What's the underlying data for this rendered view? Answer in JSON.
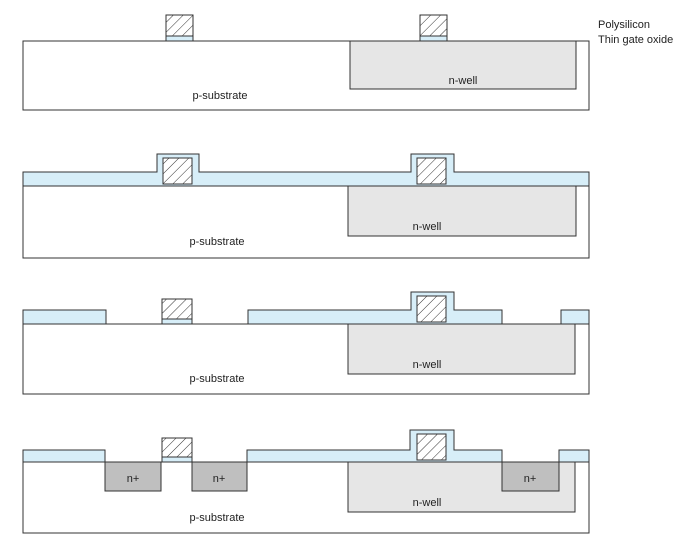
{
  "colors": {
    "substrate_fill": "#ffffff",
    "outline": "#333333",
    "nwell_fill": "#e6e6e6",
    "oxide_fill": "#d7eef8",
    "ndiff_fill": "#bfbfbf",
    "poly_fill": "#ffffff",
    "hatch": "#333333"
  },
  "legend": {
    "polysilicon": "Polysilicon",
    "thin_gate_oxide": "Thin gate oxide"
  },
  "steps": [
    {
      "substrate_label": "p-substrate",
      "nwell_label": "n-well",
      "ndiff_labels": []
    },
    {
      "substrate_label": "p-substrate",
      "nwell_label": "n-well",
      "ndiff_labels": []
    },
    {
      "substrate_label": "p-substrate",
      "nwell_label": "n-well",
      "ndiff_labels": []
    },
    {
      "substrate_label": "p-substrate",
      "nwell_label": "n-well",
      "ndiff_labels": [
        "n+",
        "n+",
        "n+"
      ]
    }
  ]
}
